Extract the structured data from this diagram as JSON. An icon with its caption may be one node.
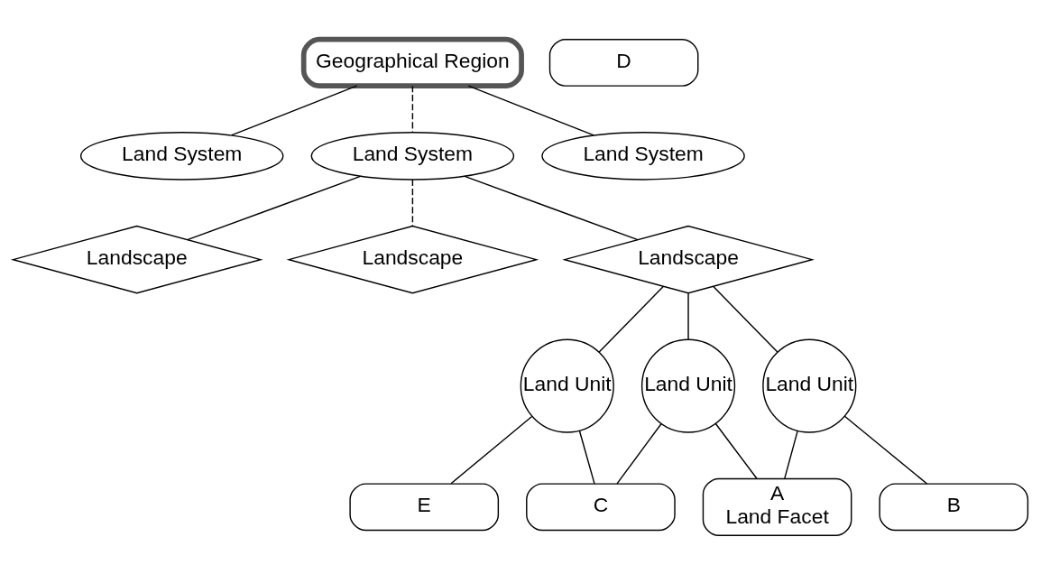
{
  "diagram": {
    "nodes": [
      {
        "text": [
          "Geographical Region"
        ]
      },
      {
        "text": [
          "Land System"
        ]
      },
      {
        "text": [
          "Land System"
        ]
      },
      {
        "text": [
          "Land System"
        ]
      },
      {
        "text": [
          "Landscape"
        ]
      },
      {
        "text": [
          "Landscape"
        ]
      },
      {
        "text": [
          "Landscape"
        ]
      },
      {
        "text": [
          "Land Unit"
        ]
      },
      {
        "text": [
          "Land Unit"
        ]
      },
      {
        "text": [
          "Land Unit"
        ]
      },
      {
        "text": [
          "E"
        ]
      },
      {
        "text": [
          "D"
        ]
      },
      {
        "text": [
          "C"
        ]
      },
      {
        "text": [
          "B"
        ]
      },
      {
        "text": [
          "A",
          "Land Facet"
        ]
      }
    ],
    "edges": [
      {
        "from": 0,
        "to": 1,
        "arrow": "none"
      },
      {
        "from": 0,
        "to": 2,
        "arrow": "none",
        "style": "dashed"
      },
      {
        "from": 0,
        "to": 3,
        "arrow": "none"
      },
      {
        "from": 2,
        "to": 4,
        "arrow": "none"
      },
      {
        "from": 2,
        "to": 5,
        "arrow": "none",
        "style": "dashed"
      },
      {
        "from": 2,
        "to": 6,
        "arrow": "none"
      },
      {
        "from": 6,
        "to": 7,
        "arrow": "none"
      },
      {
        "from": 6,
        "to": 8,
        "arrow": "none"
      },
      {
        "from": 6,
        "to": 9,
        "arrow": "none"
      },
      {
        "from": 7,
        "to": 10,
        "arrow": "none"
      },
      {
        "from": 7,
        "to": 12,
        "arrow": "none"
      },
      {
        "from": 8,
        "to": 12,
        "arrow": "none"
      },
      {
        "from": 8,
        "to": 14,
        "arrow": "none"
      },
      {
        "from": 9,
        "to": 13,
        "arrow": "none"
      },
      {
        "from": 9,
        "to": 14,
        "arrow": "none"
      }
    ]
  }
}
